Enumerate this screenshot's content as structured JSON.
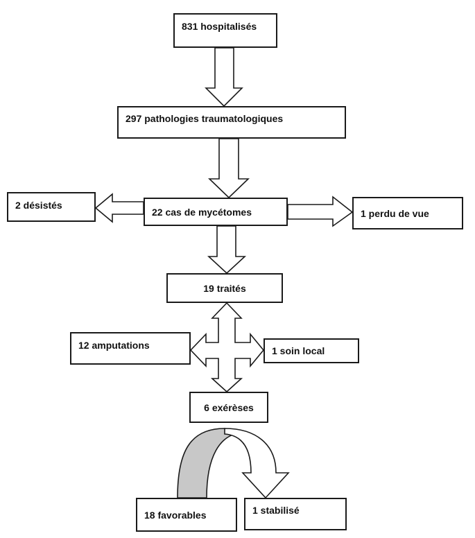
{
  "nodes": {
    "hospitalises": "831 hospitalisés",
    "pathologies": "297 pathologies traumatologiques",
    "cas_mycetomes": "22 cas de mycétomes",
    "desistes": "2 désistés",
    "perdu_de_vue": "1 perdu de vue",
    "traites": "19 traités",
    "amputations": "12 amputations",
    "soin_local": "1 soin local",
    "exereses": "6 exérèses",
    "favorables": "18 favorables",
    "stabilise": "1 stabilisé"
  },
  "colors": {
    "border": "#1a1a1a",
    "arrow_fill": "#ffffff",
    "curved_arrow_fill": "#c8c8c8"
  }
}
